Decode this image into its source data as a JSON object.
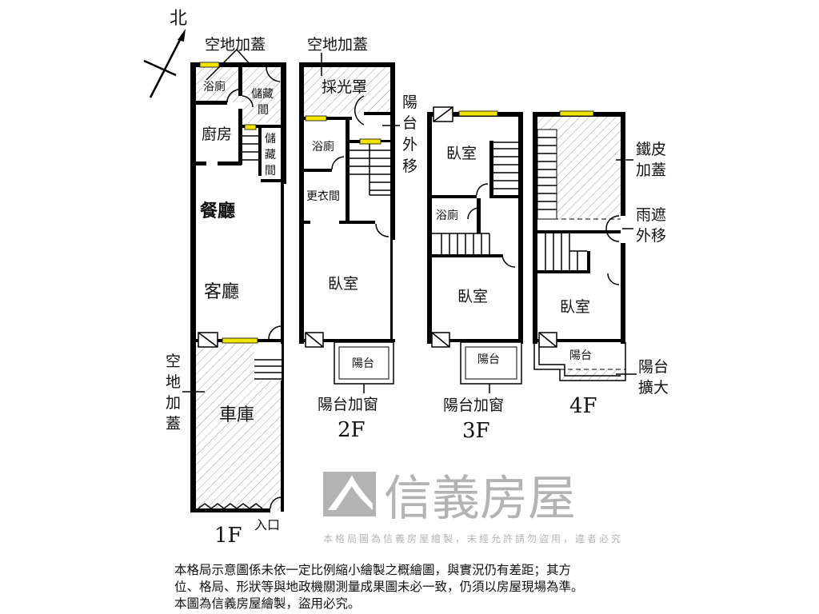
{
  "compass": {
    "label": "北"
  },
  "watermark": {
    "brand": "信義房屋",
    "notice": "本格局圖為信義房屋繪製，未經允許請勿盜用，違者必究",
    "color": "#9a9a9a"
  },
  "floors": {
    "f1": {
      "name": "1F",
      "top_note": "空地加蓋",
      "side_note": [
        "空",
        "地",
        "加",
        "蓋"
      ],
      "rooms": {
        "bath": "浴廁",
        "storage1": [
          "儲藏",
          "間"
        ],
        "kitchen": "廚房",
        "storage2": [
          "儲",
          "藏",
          "間"
        ],
        "dining": "餐廳",
        "living": "客廳",
        "garage": "車庫"
      },
      "entrance": "入口"
    },
    "f2": {
      "name": "2F",
      "top_note": "空地加蓋",
      "side_note": [
        "陽",
        "台",
        "外",
        "移"
      ],
      "rooms": {
        "skylight": "採光罩",
        "bath": "浴廁",
        "closet": "更衣間",
        "bedroom": "臥室",
        "balcony": "陽台"
      },
      "bottom_note": "陽台加窗"
    },
    "f3": {
      "name": "3F",
      "rooms": {
        "bedroom1": "臥室",
        "bath": "浴廁",
        "bedroom2": "臥室",
        "balcony": "陽台"
      },
      "bottom_note": "陽台加窗"
    },
    "f4": {
      "name": "4F",
      "notes": {
        "iron_roof": [
          "鐵皮",
          "加蓋"
        ],
        "awning": [
          "雨遮",
          "外移"
        ],
        "balcony_ext": [
          "陽台",
          "擴大"
        ]
      },
      "rooms": {
        "bedroom": "臥室",
        "balcony": "陽台"
      }
    }
  },
  "colors": {
    "window": "#f2e600",
    "hatch": "#9a9a9a",
    "wall": "#000000"
  },
  "disclaimer": [
    "本格局示意圖係未依一定比例縮小繪製之概繪圖，與實況仍有差距；其方",
    "位、格局、形狀等與地政機關測量成果圖未必一致，仍須以房屋現場為準。",
    "本圖為信義房屋繪製，盜用必究。"
  ]
}
